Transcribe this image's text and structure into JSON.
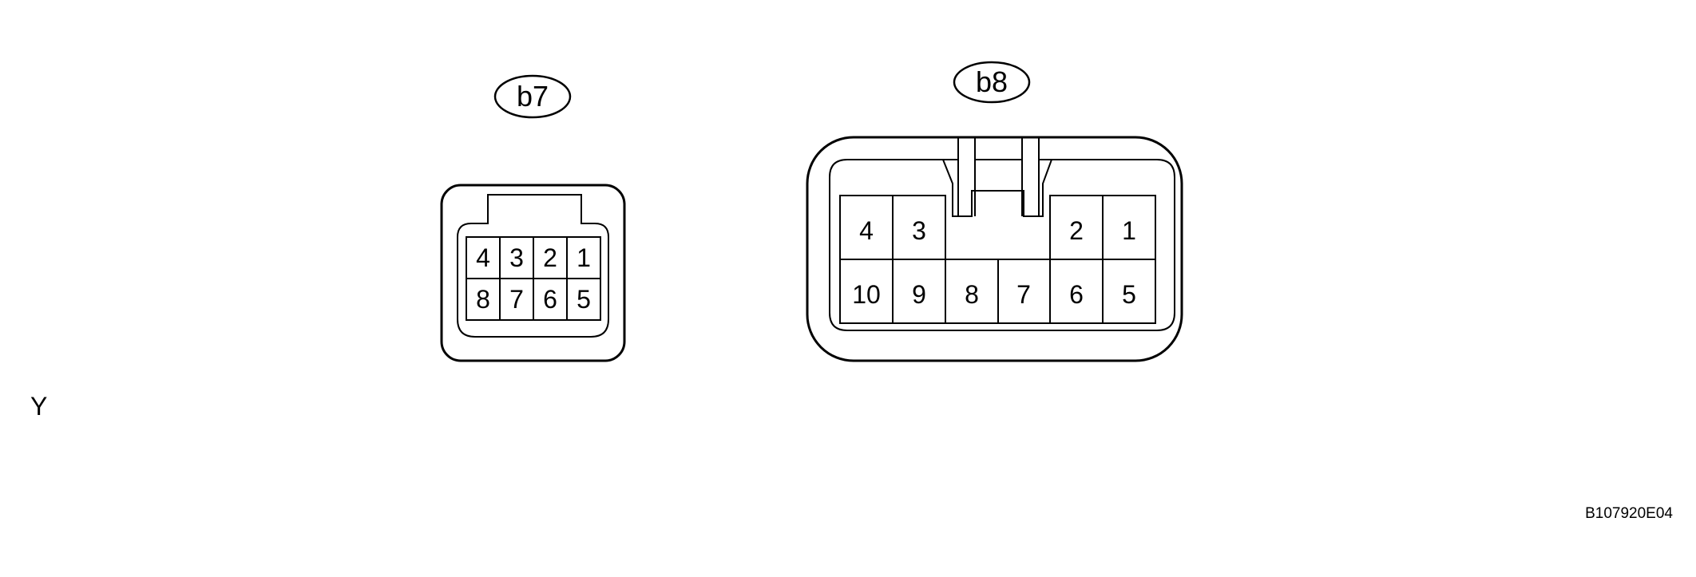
{
  "connectors": [
    {
      "label": "b7",
      "top_row": [
        "4",
        "3",
        "2",
        "1"
      ],
      "bottom_row": [
        "8",
        "7",
        "6",
        "5"
      ]
    },
    {
      "label": "b8",
      "top_row": [
        "4",
        "3",
        "2",
        "1"
      ],
      "bottom_row": [
        "10",
        "9",
        "8",
        "7",
        "6",
        "5"
      ]
    }
  ],
  "side_label": "Y",
  "figure_code": "B107920E04"
}
